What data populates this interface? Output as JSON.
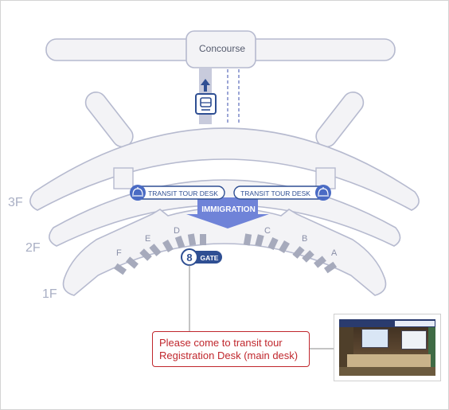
{
  "map": {
    "concourse_label": "Concourse",
    "immigration_label": "IMMIGRATION",
    "transit_desk_left": "TRANSIT TOUR DESK",
    "transit_desk_right": "TRANSIT TOUR DESK",
    "gate_number": "8",
    "gate_label": "GATE",
    "floors": [
      "3F",
      "2F",
      "1F"
    ],
    "gate_areas": [
      "A",
      "B",
      "C",
      "D",
      "E",
      "F"
    ]
  },
  "callout": {
    "line1": "Please come to transit tour",
    "line2": "Registration Desk (main desk)"
  },
  "colors": {
    "building": "#f3f3f6",
    "building_stroke": "#b6bacf",
    "accent_blue": "#2f4f93",
    "immigration_blue": "#6f83d8",
    "gate_block": "#a6aabc",
    "callout_red": "#c0272d"
  },
  "icons": [
    "shuttle-train-icon",
    "up-arrow-icon",
    "service-bell-icon"
  ]
}
